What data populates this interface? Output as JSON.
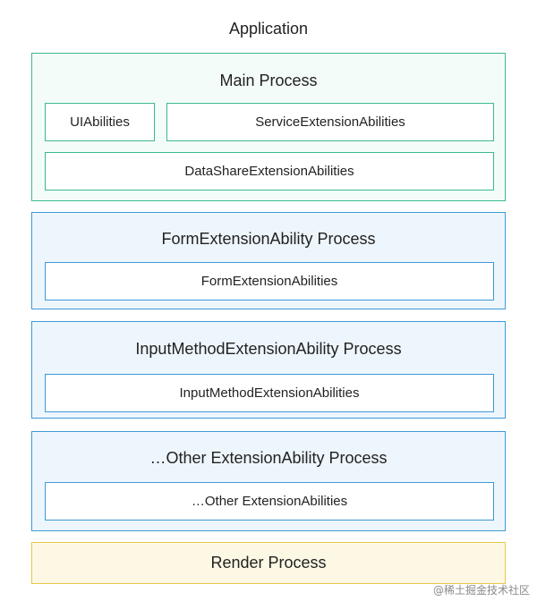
{
  "title": "Application",
  "main_process": {
    "title": "Main Process",
    "items": [
      "UIAbilities",
      "ServiceExtensionAbilities",
      "DataShareExtensionAbilities"
    ]
  },
  "form_process": {
    "title": "FormExtensionAbility Process",
    "item": "FormExtensionAbilities"
  },
  "input_process": {
    "title": "InputMethodExtensionAbility Process",
    "item": "InputMethodExtensionAbilities"
  },
  "other_process": {
    "title": "…Other ExtensionAbility Process",
    "item": "…Other ExtensionAbilities"
  },
  "render_process": {
    "title": "Render Process"
  },
  "watermark": "@稀土掘金技术社区",
  "colors": {
    "main_border": "#3dba8c",
    "ext_border": "#3d9ad6",
    "render_border": "#e8c84a"
  }
}
